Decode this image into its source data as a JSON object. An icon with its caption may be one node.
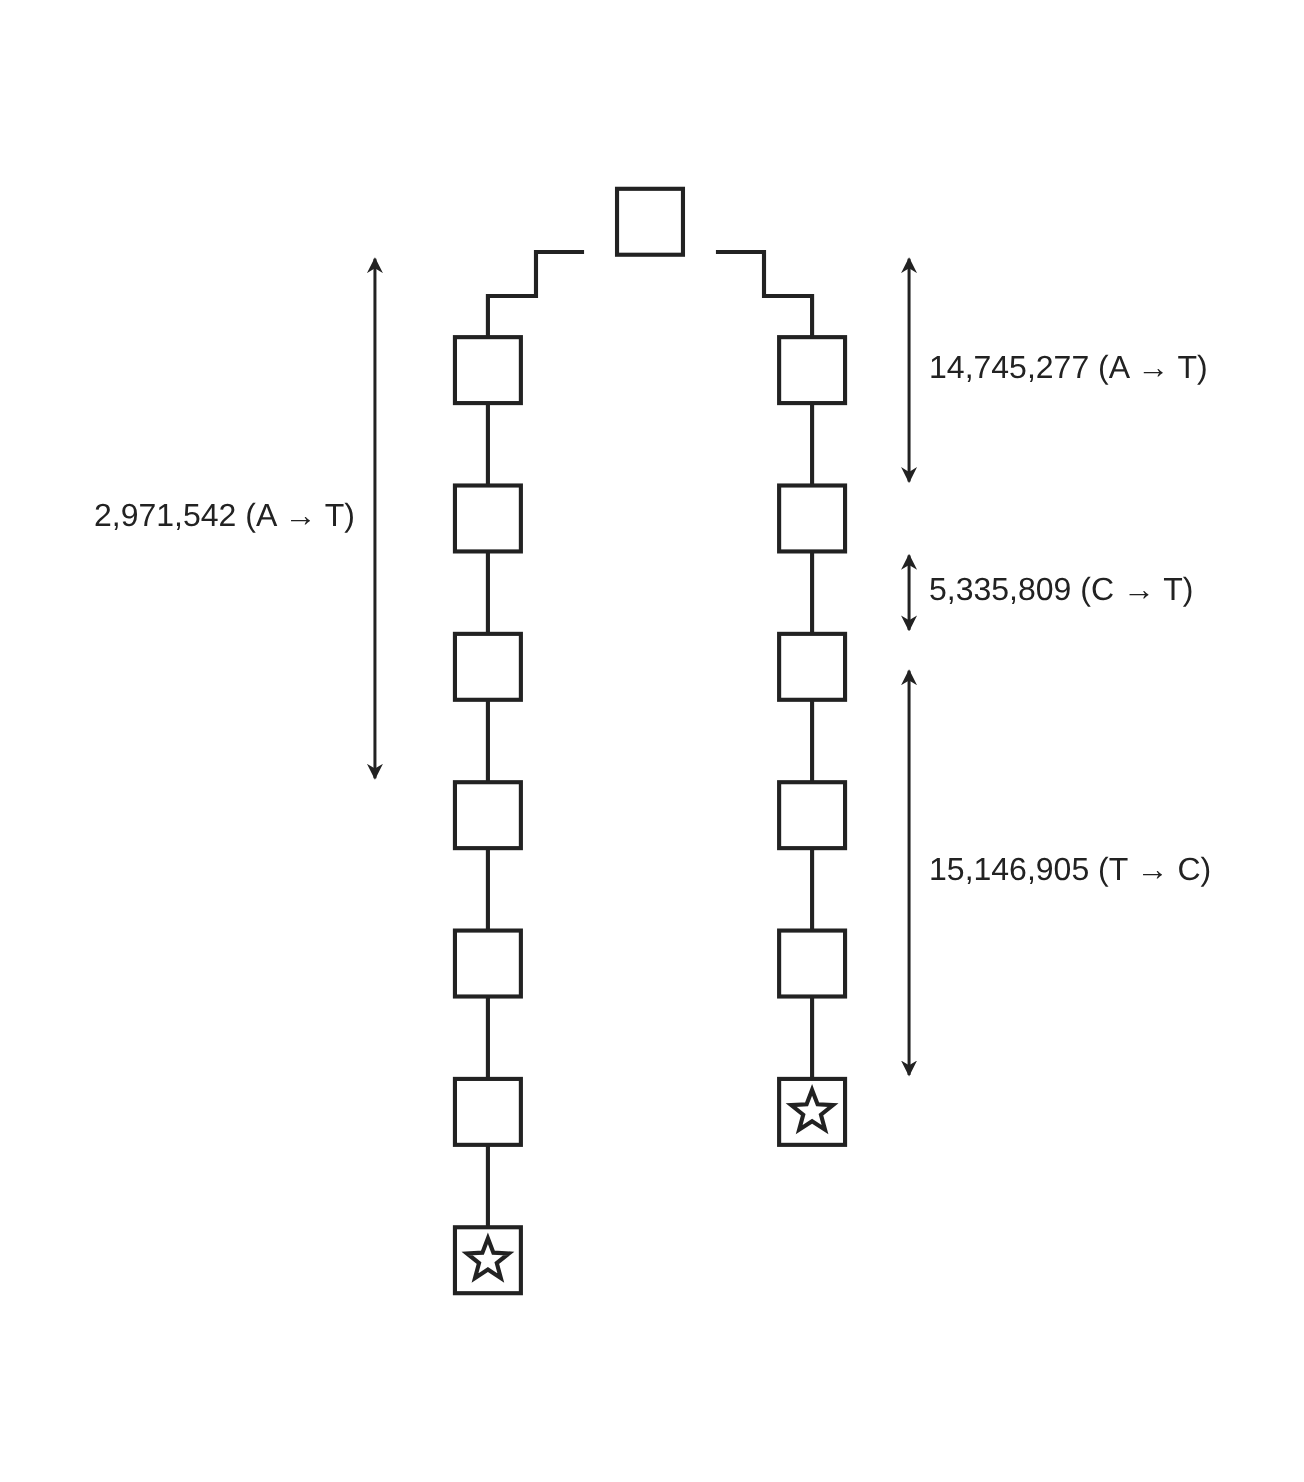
{
  "diagram": {
    "nodes": [
      {
        "text": [],
        "shape": "box"
      },
      {
        "text": [],
        "shape": "box"
      },
      {
        "text": [],
        "shape": "box"
      },
      {
        "text": [],
        "shape": "box"
      },
      {
        "text": [],
        "shape": "box"
      },
      {
        "text": [],
        "shape": "box"
      },
      {
        "text": [],
        "shape": "box"
      },
      {
        "text": [],
        "shape": "star"
      },
      {
        "text": [],
        "shape": "box"
      },
      {
        "text": [],
        "shape": "box"
      },
      {
        "text": [],
        "shape": "box"
      },
      {
        "text": [],
        "shape": "box"
      },
      {
        "text": [],
        "shape": "box"
      },
      {
        "text": [],
        "shape": "star"
      }
    ],
    "edges": [
      {
        "from": 0,
        "to": 1,
        "arrow": "none"
      },
      {
        "from": 0,
        "to": 8,
        "arrow": "none"
      },
      {
        "from": 1,
        "to": 2,
        "arrow": "none"
      },
      {
        "from": 2,
        "to": 3,
        "arrow": "none"
      },
      {
        "from": 3,
        "to": 4,
        "arrow": "none"
      },
      {
        "from": 4,
        "to": 5,
        "arrow": "none"
      },
      {
        "from": 5,
        "to": 6,
        "arrow": "none"
      },
      {
        "from": 6,
        "to": 7,
        "arrow": "none"
      },
      {
        "from": 8,
        "to": 9,
        "arrow": "none"
      },
      {
        "from": 9,
        "to": 10,
        "arrow": "none"
      },
      {
        "from": 10,
        "to": 11,
        "arrow": "none"
      },
      {
        "from": 11,
        "to": 12,
        "arrow": "none"
      },
      {
        "from": 12,
        "to": 13,
        "arrow": "none"
      }
    ],
    "labels": [
      "14,745,277 (A → T)",
      "2,971,542 (A → T)",
      "5,335,809 (C → T)",
      "15,146,905 (T → C)"
    ]
  }
}
